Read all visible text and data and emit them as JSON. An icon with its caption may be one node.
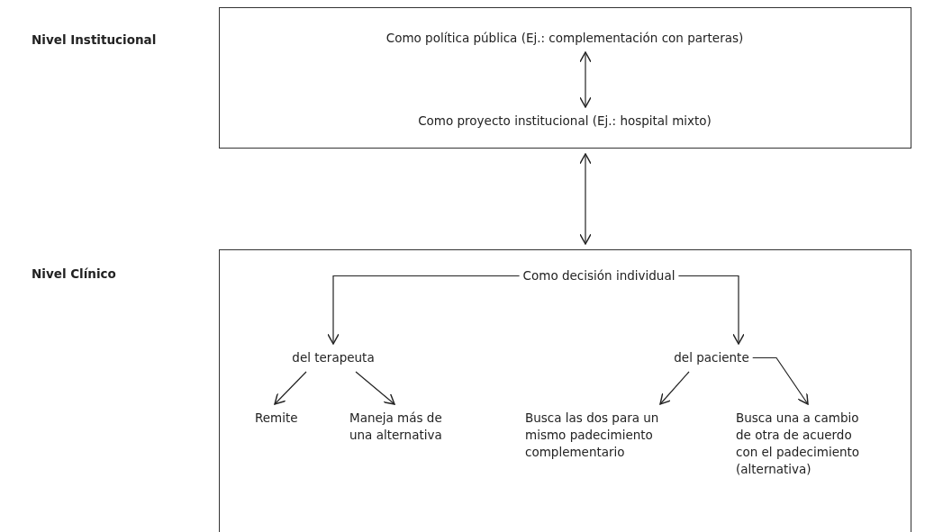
{
  "diagram": {
    "nodes": [
      {
        "text": [],
        "shape": "box"
      },
      {
        "text": [
          "Como política pública (Ej.: complementación con parteras)"
        ],
        "in": 0
      },
      {
        "text": [
          "Como proyecto institucional (Ej.: hospital mixto)"
        ],
        "in": 0
      },
      {
        "text": [],
        "shape": "box"
      },
      {
        "text": [
          "Como decisión individual"
        ],
        "in": 3
      },
      {
        "text": [
          "del terapeuta"
        ],
        "in": 3
      },
      {
        "text": [
          "del paciente"
        ],
        "in": 3
      },
      {
        "text": [
          "Remite"
        ],
        "in": 3
      },
      {
        "text": [
          "Maneja más de una alternativa"
        ],
        "in": 3
      },
      {
        "text": [
          "Busca las dos para un mismo padecimiento complementario"
        ],
        "in": 3
      },
      {
        "text": [
          "Busca una a cambio de otra de acuerdo con el padecimiento (alternativa)"
        ],
        "in": 3
      }
    ],
    "edges": [
      {
        "from": 1,
        "to": 2,
        "arrow": "both"
      },
      {
        "from": 0,
        "to": 3,
        "arrow": "both"
      },
      {
        "from": 4,
        "to": 5,
        "arrow": "to"
      },
      {
        "from": 4,
        "to": 6,
        "arrow": "to"
      },
      {
        "from": 5,
        "to": 7,
        "arrow": "to"
      },
      {
        "from": 5,
        "to": 8,
        "arrow": "to"
      },
      {
        "from": 6,
        "to": 9,
        "arrow": "to"
      },
      {
        "from": 6,
        "to": 10,
        "arrow": "to"
      }
    ],
    "labels": [
      "Nivel Institucional",
      "Nivel Clínico"
    ]
  }
}
